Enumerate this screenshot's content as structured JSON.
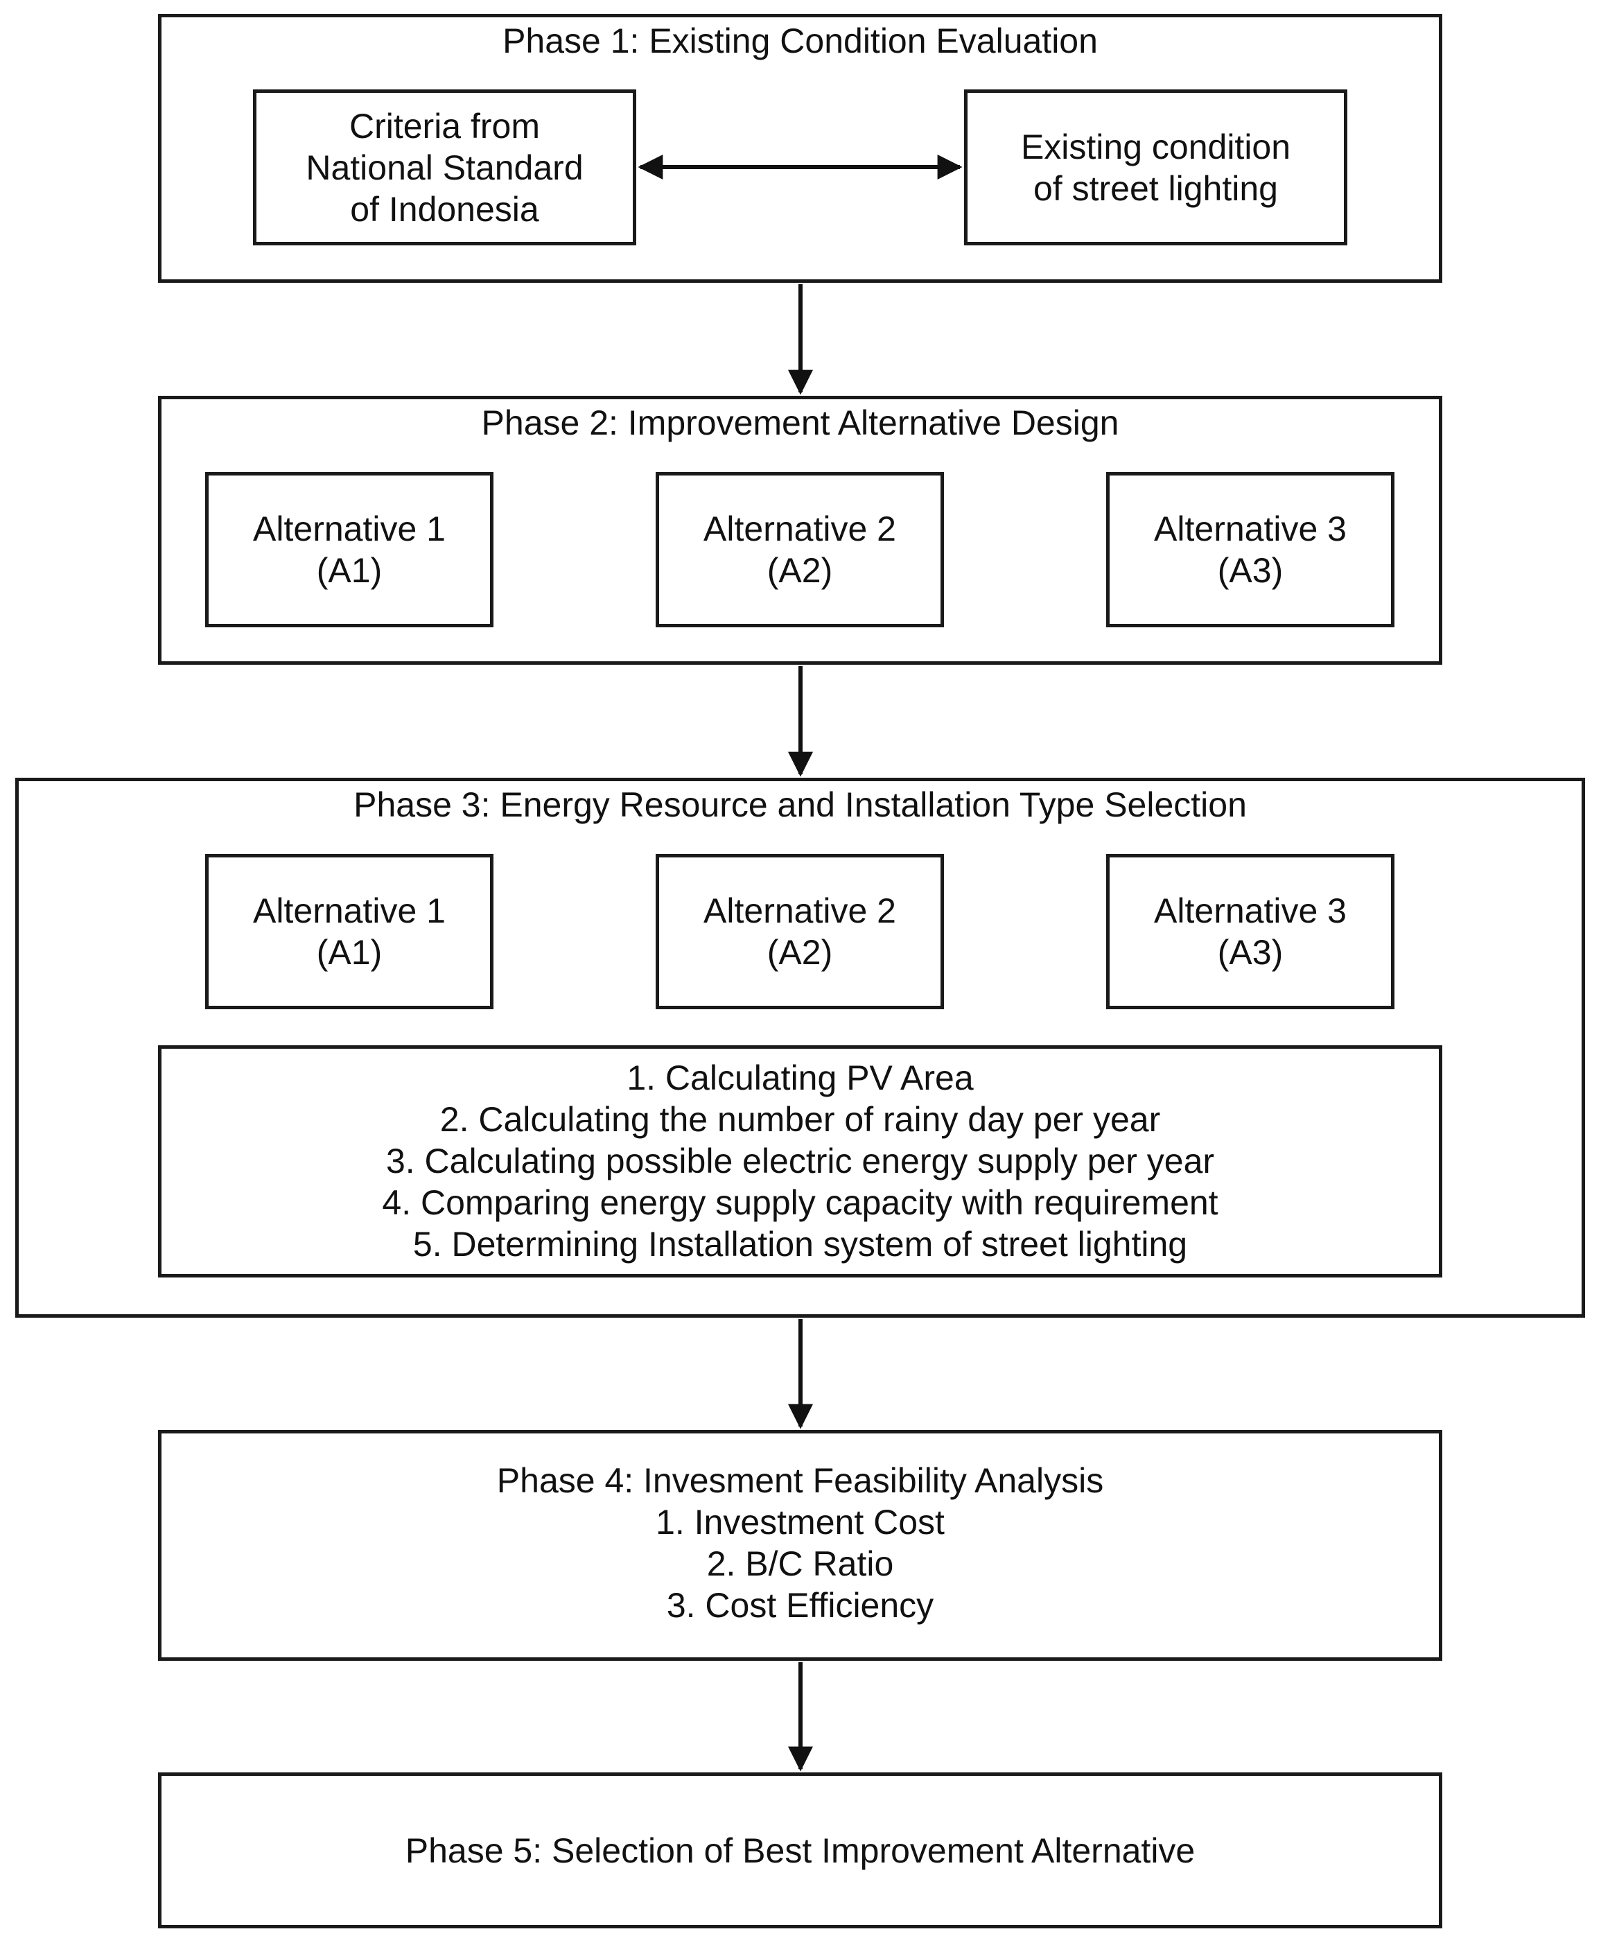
{
  "phase1": {
    "title": "Phase 1: Existing Condition Evaluation",
    "left_box": "Criteria from\nNational Standard\nof Indonesia",
    "right_box": "Existing condition\nof street lighting"
  },
  "phase2": {
    "title": "Phase 2: Improvement Alternative Design",
    "alternatives": [
      "Alternative 1\n(A1)",
      "Alternative 2\n(A2)",
      "Alternative 3\n(A3)"
    ]
  },
  "phase3": {
    "title": "Phase 3: Energy Resource and Installation Type Selection",
    "alternatives": [
      "Alternative 1\n(A1)",
      "Alternative 2\n(A2)",
      "Alternative 3\n(A3)"
    ],
    "steps": [
      "1. Calculating PV Area",
      "2. Calculating the number of rainy day per year",
      "3. Calculating possible electric energy supply per year",
      "4. Comparing energy supply capacity with requirement",
      "5. Determining Installation system of street lighting"
    ]
  },
  "phase4": {
    "title": "Phase 4: Invesment Feasibility Analysis",
    "items": [
      "1. Investment Cost",
      "2. B/C Ratio",
      "3. Cost Efficiency"
    ]
  },
  "phase5": {
    "title": "Phase 5: Selection of Best Improvement Alternative"
  }
}
